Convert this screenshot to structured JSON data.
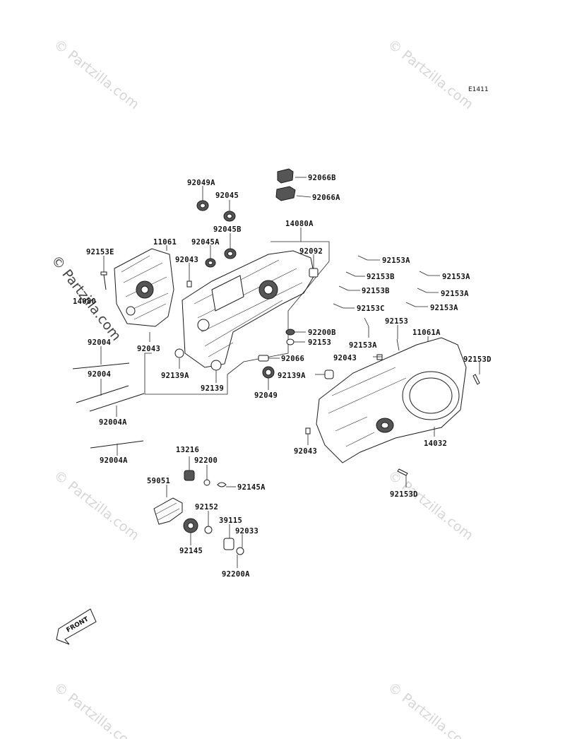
{
  "diagram_code": "E1411",
  "watermark": "© Partzilla.com",
  "front_label": "FRONT",
  "labels": [
    {
      "id": "92066B",
      "text": "92066B"
    },
    {
      "id": "92066A",
      "text": "92066A"
    },
    {
      "id": "92049A",
      "text": "92049A"
    },
    {
      "id": "92045",
      "text": "92045"
    },
    {
      "id": "92045B",
      "text": "92045B"
    },
    {
      "id": "92045A",
      "text": "92045A"
    },
    {
      "id": "14080A",
      "text": "14080A"
    },
    {
      "id": "11061",
      "text": "11061"
    },
    {
      "id": "92043-a",
      "text": "92043"
    },
    {
      "id": "92092",
      "text": "92092"
    },
    {
      "id": "92153E",
      "text": "92153E"
    },
    {
      "id": "14080",
      "text": "14080"
    },
    {
      "id": "92153A-1",
      "text": "92153A"
    },
    {
      "id": "92153B-1",
      "text": "92153B"
    },
    {
      "id": "92153A-2",
      "text": "92153A"
    },
    {
      "id": "92153B-2",
      "text": "92153B"
    },
    {
      "id": "92153A-3",
      "text": "92153A"
    },
    {
      "id": "92153C",
      "text": "92153C"
    },
    {
      "id": "92153A-4",
      "text": "92153A"
    },
    {
      "id": "92153-a",
      "text": "92153"
    },
    {
      "id": "11061A",
      "text": "11061A"
    },
    {
      "id": "92200B",
      "text": "92200B"
    },
    {
      "id": "92153-b",
      "text": "92153"
    },
    {
      "id": "92153A-5",
      "text": "92153A"
    },
    {
      "id": "92004-1",
      "text": "92004"
    },
    {
      "id": "92043-b",
      "text": "92043"
    },
    {
      "id": "92066",
      "text": "92066"
    },
    {
      "id": "92043-c",
      "text": "92043"
    },
    {
      "id": "92153D-1",
      "text": "92153D"
    },
    {
      "id": "92004-2",
      "text": "92004"
    },
    {
      "id": "92139A-1",
      "text": "92139A"
    },
    {
      "id": "92139A-2",
      "text": "92139A"
    },
    {
      "id": "92139",
      "text": "92139"
    },
    {
      "id": "92049",
      "text": "92049"
    },
    {
      "id": "92004A-1",
      "text": "92004A"
    },
    {
      "id": "14032",
      "text": "14032"
    },
    {
      "id": "92004A-2",
      "text": "92004A"
    },
    {
      "id": "92043-d",
      "text": "92043"
    },
    {
      "id": "13216",
      "text": "13216"
    },
    {
      "id": "92200",
      "text": "92200"
    },
    {
      "id": "59051",
      "text": "59051"
    },
    {
      "id": "92145A",
      "text": "92145A"
    },
    {
      "id": "92153D-2",
      "text": "92153D"
    },
    {
      "id": "92152",
      "text": "92152"
    },
    {
      "id": "39115",
      "text": "39115"
    },
    {
      "id": "92033",
      "text": "92033"
    },
    {
      "id": "92145",
      "text": "92145"
    },
    {
      "id": "92200A",
      "text": "92200A"
    }
  ]
}
